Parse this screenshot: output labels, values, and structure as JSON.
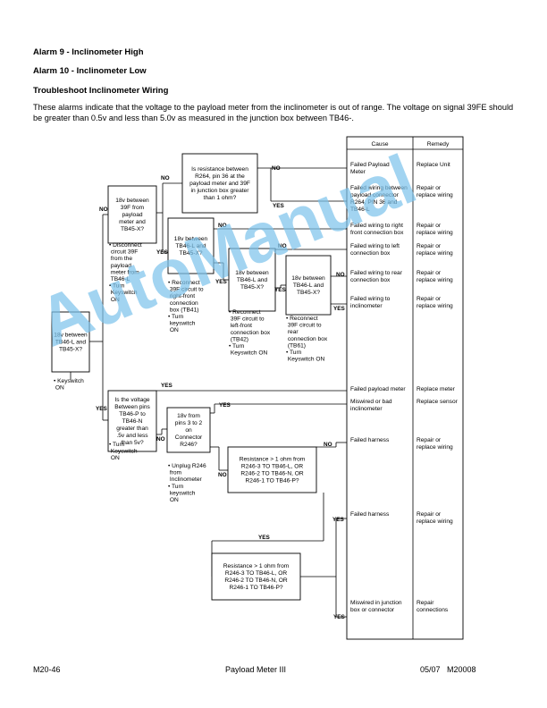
{
  "heading1": "Alarm 9 - Inclinometer High",
  "heading2": "Alarm 10 - Inclinometer Low",
  "heading3": "Troubleshoot Inclinometer Wiring",
  "intro": "These alarms indicate that the voltage to the payload meter from the inclinometer is out of range. The voltage on signal 39FE should be greater than 0.5v and less than 5.0v as measured in the junction box between TB46-.",
  "table_headers": {
    "cause": "Cause",
    "remedy": "Remedy"
  },
  "boxes": [
    {
      "id": "b1",
      "lines": [
        "18v between",
        "TB46-L and",
        "TB45-X?"
      ]
    },
    {
      "id": "b2",
      "lines": [
        "18v between",
        "39F from",
        "payload",
        "meter and",
        "TB45-X?"
      ]
    },
    {
      "id": "b3",
      "lines": [
        "Is resistance between",
        "R264, pin 36 at the",
        "payload meter and 39F",
        "in junction box greater",
        "than 1 ohm?"
      ]
    },
    {
      "id": "b4",
      "lines": [
        "18v between",
        "TB46-L and",
        "TB45-X?"
      ]
    },
    {
      "id": "b5",
      "lines": [
        "18v between",
        "TB46-L and",
        "TB45-X?"
      ]
    },
    {
      "id": "b6",
      "lines": [
        "18v between",
        "TB46-L and",
        "TB45-X?"
      ]
    },
    {
      "id": "b7",
      "lines": [
        "Is the voltage",
        "Between pins",
        "TB46-P to",
        "TB46-N",
        "greater than",
        ".5v and less",
        "than 5v?"
      ]
    },
    {
      "id": "b8",
      "lines": [
        "18v from",
        "pins 3 to 2",
        "on",
        "Connector",
        "R246?"
      ]
    },
    {
      "id": "b9",
      "lines": [
        "Resistance > 1 ohm from",
        "R246-3 TO TB46-L, OR",
        "R246-2 TO TB46-N, OR",
        "R246-1 TO TB46-P?"
      ]
    },
    {
      "id": "b10",
      "lines": [
        "Resistance > 1 ohm from",
        "R246-3 TO TB46-L, OR",
        "R246-2 TO TB46-N, OR",
        "R246-1 TO TB46-P?"
      ]
    }
  ],
  "notes": [
    {
      "id": "n1",
      "lines": [
        "• Keyswitch",
        "  ON"
      ]
    },
    {
      "id": "n2",
      "lines": [
        "• Disconnect",
        "  circuit 39F",
        "  from the",
        "  payload",
        "  meter from",
        "  TB46-L",
        "• Turn",
        "  Keyswitch",
        "  ON"
      ]
    },
    {
      "id": "n3",
      "lines": [
        "• Reconnect",
        "  39F circuit to",
        "  right-front",
        "  connection",
        "  box (TB41)",
        "• Turn",
        "  keyswitch",
        "  ON"
      ]
    },
    {
      "id": "n4",
      "lines": [
        "• Reconnect",
        "  39F circuit to",
        "  left-front",
        "  connection box",
        "  (TB42)",
        "• Turn",
        "  Keyswitch ON"
      ]
    },
    {
      "id": "n5",
      "lines": [
        "• Reconnect",
        "  39F circuit to",
        "  rear",
        "  connection box",
        "  (TB61)",
        "• Turn",
        "  Keyswitch ON"
      ]
    },
    {
      "id": "n6",
      "lines": [
        "• Turn",
        "  Keyswitch",
        "  ON"
      ]
    },
    {
      "id": "n7",
      "lines": [
        "• Unplug R246",
        "  from",
        "  Inclinometer",
        "• Turn",
        "  keyswitch",
        "  ON"
      ]
    }
  ],
  "edge_labels": [
    "NO",
    "NO",
    "NO",
    "NO",
    "NO",
    "NO",
    "NO",
    "NO",
    "NO",
    "YES",
    "YES",
    "YES",
    "YES",
    "YES",
    "YES",
    "YES",
    "YES",
    "YES",
    "YES",
    "YES"
  ],
  "rows": [
    {
      "cause": [
        "Failed Payload",
        "Meter"
      ],
      "remedy": [
        "Replace Unit"
      ]
    },
    {
      "cause": [
        "Failed wiring between",
        "payload connector",
        "R264, PIN 36 and",
        "TB46-L"
      ],
      "remedy": [
        "Repair or",
        "replace wiring"
      ]
    },
    {
      "cause": [
        "Failed wiring to right",
        "front connection box"
      ],
      "remedy": [
        "Repair or",
        "replace wiring"
      ]
    },
    {
      "cause": [
        "Failed wiring to left",
        "connection box"
      ],
      "remedy": [
        "Repair or",
        "replace wiring"
      ]
    },
    {
      "cause": [
        "Failed wiring to rear",
        "connection box"
      ],
      "remedy": [
        "Repair or",
        "replace wiring"
      ]
    },
    {
      "cause": [
        "Failed wiring to",
        "inclinometer"
      ],
      "remedy": [
        "Repair or",
        "replace wiring"
      ]
    },
    {
      "cause": [
        "Failed payload meter"
      ],
      "remedy": [
        "Replace meter"
      ]
    },
    {
      "cause": [
        "Miswired or bad",
        "inclinometer"
      ],
      "remedy": [
        "Replace sensor"
      ]
    },
    {
      "cause": [
        "Failed harness"
      ],
      "remedy": [
        "Repair or",
        "replace wiring"
      ]
    },
    {
      "cause": [
        "Failed harness"
      ],
      "remedy": [
        "Repair or",
        "replace wiring"
      ]
    },
    {
      "cause": [
        "Miswired in junction",
        "box or connector"
      ],
      "remedy": [
        "Repair",
        "connections"
      ]
    }
  ],
  "watermark": "AutoManual",
  "footer": {
    "left": "M20-46",
    "center": "Payload Meter III",
    "right": "05/07   M20008"
  }
}
